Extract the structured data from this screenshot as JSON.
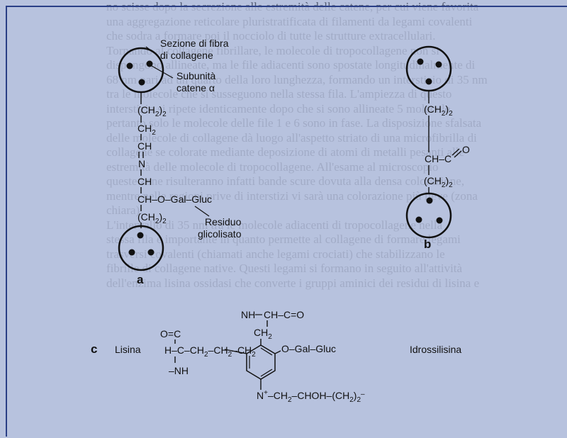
{
  "background_text": [
    "no scisse dopo la secrezione alle estremità delle catene, per cui viene favorita",
    "una aggregazione reticolare pluristratificata di filamenti da legami covalenti",
    "che sodra a formare poi il nocciolo di tutte le strutture extracellulari.",
    "Tornando al collagene fibrillare, le molecole di tropocollagene non si",
    "dispongono allineate, ma le file adiacenti sono spostate longitudinalmente di",
    "68 nm pari ad un quarto della loro lunghezza, formando un interstizio di 35 nm",
    "tra le molecole che si susseguono nella stessa fila. L'ampiezza di questo",
    "interstizio si ripete identicamente dopo che si sono allineate 5 molecole,",
    "pertanto solo le molecole delle file 1 e 6 sono in fase. La disposizione sfalsata",
    "delle molecole di collagene dà luogo all'aspetto striato di una microfibrilla di",
    "collagene se colorate mediante deposizione di atomi di metalli pesanti alle",
    "estremità delle molecole di tropocollagene. All'esame al microscopio",
    "queste zone risulteranno infatti bande scure dovuta alla densa colorazione,",
    "mentre nelle regioni prive di interstizi vi sarà una colorazione più lieve (zona",
    "chiara).",
    "L'intervallo di 35 nm tra le molecole adiacenti di tropocollagene nella",
    "stessa fila è importante in quanto permette al collagene di formare legami",
    "trasversi covalenti (chiamati anche legami crociati) che stabilizzano le",
    "fibrille di collagene native. Questi legami si formano in seguito all'attività",
    "dell'enzima lisina ossidasi che converte i gruppi aminici dei residui di lisina e"
  ],
  "panel_a": {
    "label": "a",
    "circle_label_line1": "Sezione di fibra",
    "circle_label_line2": "di collagene",
    "subunit_line1": "Subunità",
    "subunit_line2": "catene α",
    "residue_line1": "Residuo",
    "residue_line2": "glicolisato",
    "chain": [
      "(CH",
      "CH",
      "CH",
      "N",
      "CH",
      "CH–O–Gal–Gluc",
      "(CH"
    ],
    "chain_sub": [
      "2",
      "2",
      "",
      "",
      "",
      "",
      "2"
    ],
    "chain_suffix": [
      ")",
      "",
      "",
      "",
      "",
      "",
      ")"
    ],
    "chain_suffix_sub": [
      "2",
      "",
      "",
      "",
      "",
      "",
      "2"
    ]
  },
  "panel_b": {
    "label": "b",
    "top_group": "(CH",
    "top_group_sub": "2",
    "top_group_suffix": ")",
    "top_group_suffix_sub": "2",
    "middle_group": "CH–C",
    "carbonyl": "O",
    "bottom_group": "(CH",
    "bottom_group_sub": "2",
    "bottom_group_suffix": ")",
    "bottom_group_suffix_sub": "2"
  },
  "panel_c": {
    "label": "c",
    "lisina_label": "Lisina",
    "idrossilisina_label": "Idrossilisina",
    "lys_carbonyl": "O=C",
    "lys_chain": "H–C–CH",
    "lys_chain_sub": "2",
    "lys_chain_mid": "–CH",
    "lys_chain_mid_sub": "2",
    "lys_chain_end": "–CH",
    "lys_chain_end_sub": "2",
    "lys_nh": "–NH",
    "hyl_nh": "NH",
    "hyl_top": "CH–C=O",
    "hyl_ch2": "CH",
    "hyl_ch2_sub": "2",
    "hyl_oglyco": "O–Gal–Gluc",
    "hyl_bottom_n": "N",
    "hyl_bottom_charge": "+",
    "hyl_bottom_chain": "–CH",
    "hyl_bottom_chain_sub": "2",
    "hyl_bottom_chain2": "–CHOH–(CH",
    "hyl_bottom_chain2_sub": "2",
    "hyl_bottom_chain3": ")",
    "hyl_bottom_chain3_sub": "2",
    "hyl_bottom_chain3_sup": "–"
  },
  "colors": {
    "panel_bg": "#b7c2de",
    "border": "#2a3f86",
    "ink": "#111111"
  }
}
